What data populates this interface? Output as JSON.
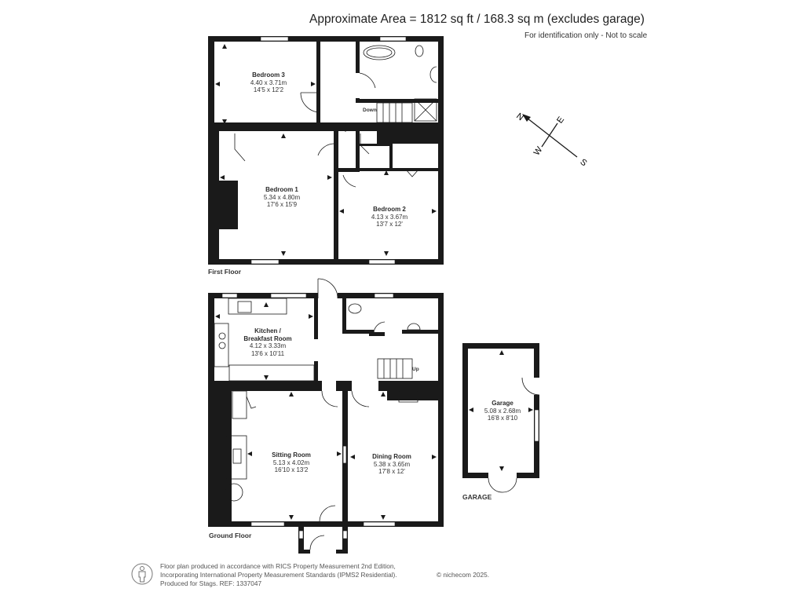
{
  "header": {
    "title": "Approximate Area = 1812 sq ft / 168.3 sq m (excludes garage)",
    "subtitle": "For identification only - Not to scale"
  },
  "compass": {
    "icon": "compass-rose-icon",
    "labels": {
      "n": "N",
      "e": "E",
      "s": "S",
      "w": "W"
    }
  },
  "floors": {
    "first": {
      "label": "First Floor",
      "rooms": [
        {
          "name": "Bedroom 3",
          "metric": "4.40 x 3.71m",
          "imperial": "14'5 x 12'2"
        },
        {
          "name": "Bedroom 1",
          "metric": "5.34 x 4.80m",
          "imperial": "17'6 x 15'9"
        },
        {
          "name": "Bedroom 2",
          "metric": "4.13 x 3.67m",
          "imperial": "13'7 x 12'"
        }
      ],
      "stairs_label": "Down"
    },
    "ground": {
      "label": "Ground Floor",
      "rooms": [
        {
          "name": "Kitchen / Breakfast Room",
          "name_line1": "Kitchen /",
          "name_line2": "Breakfast Room",
          "metric": "4.12 x 3.33m",
          "imperial": "13'6 x 10'11"
        },
        {
          "name": "Sitting Room",
          "metric": "5.13 x 4.02m",
          "imperial": "16'10 x 13'2"
        },
        {
          "name": "Dining Room",
          "metric": "5.38 x 3.65m",
          "imperial": "17'8 x 12'"
        }
      ],
      "stairs_label": "Up"
    },
    "garage": {
      "label": "GARAGE",
      "rooms": [
        {
          "name": "Garage",
          "metric": "5.08 x 2.68m",
          "imperial": "16'8 x 8'10"
        }
      ]
    }
  },
  "footer": {
    "icon": "person-icon",
    "line1": "Floor plan produced in accordance with RICS Property Measurement 2nd Edition,",
    "line2": "Incorporating International Property Measurement Standards (IPMS2 Residential).",
    "line3": "Produced for Stags.   REF: 1337047",
    "copyright": "© nichecom 2025."
  },
  "colors": {
    "wall": "#1a1a1a",
    "background": "#ffffff",
    "text": "#333333"
  }
}
